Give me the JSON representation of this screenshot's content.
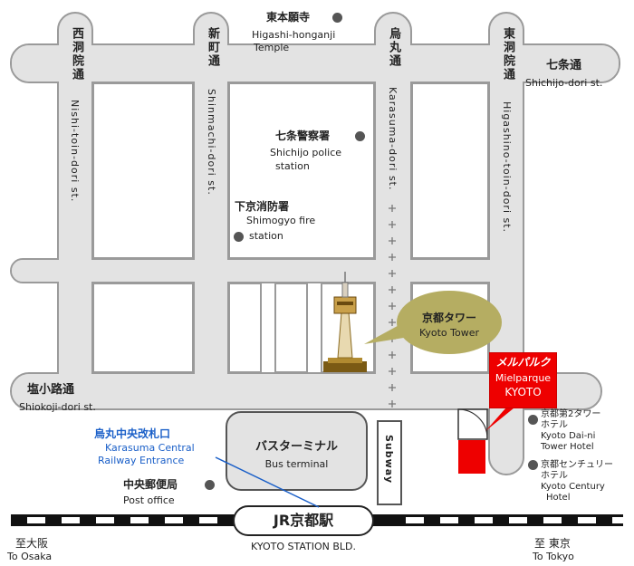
{
  "streets": {
    "nishi_toin": {
      "jp": "西洞院通",
      "en": "Nishi-toin-dori st."
    },
    "shinmachi": {
      "jp": "新町通",
      "en": "Shinmachi-dori st."
    },
    "karasuma": {
      "jp": "烏丸通",
      "en": "Karasuma-dori st."
    },
    "higashi_toin": {
      "jp": "東洞院通",
      "en": "Higashino-toin-dori st."
    },
    "shichijo": {
      "jp": "七条通",
      "en": "Shichijo-dori st."
    },
    "shiokoji": {
      "jp": "塩小路通",
      "en": "Shiokoji-dori st."
    }
  },
  "landmarks": {
    "higashi_honganji": {
      "jp": "東本願寺",
      "en1": "Higashi-honganji",
      "en2": "Temple"
    },
    "police": {
      "jp": "七条警察署",
      "en1": "Shichijo police",
      "en2": "station"
    },
    "fire": {
      "jp": "下京消防署",
      "en1": "Shimogyo fire",
      "en2": "station"
    },
    "kyoto_tower": {
      "jp": "京都タワー",
      "en": "Kyoto Tower"
    },
    "hotel_dai_ni": {
      "jp1": "京都第2タワー",
      "jp2": "ホテル",
      "en1": "Kyoto Dai-ni",
      "en2": "Tower Hotel"
    },
    "hotel_century": {
      "jp1": "京都センチュリー",
      "jp2": "ホテル",
      "en1": "Kyoto Century",
      "en2": "Hotel"
    },
    "post_office": {
      "jp": "中央郵便局",
      "en": "Post office"
    },
    "bus_terminal": {
      "jp": "バスターミナル",
      "en": "Bus terminal"
    },
    "karasuma_entrance": {
      "jp": "烏丸中央改札口",
      "en1": "Karasuma Central",
      "en2": "Railway Entrance"
    },
    "subway": "Subway",
    "mielparque": {
      "logo": "メルパルク",
      "line1": "Mielparque",
      "line2": "KYOTO"
    }
  },
  "station": {
    "jp": "JR京都駅",
    "building": "KYOTO STATION BLD."
  },
  "directions": {
    "osaka": {
      "jp": "至大阪",
      "en": "To Osaka"
    },
    "tokyo": {
      "jp": "至 東京",
      "en": "To Tokyo"
    }
  },
  "colors": {
    "road_fill": "#e3e3e3",
    "road_stroke": "#9a9a9a",
    "block_fill": "#ffffff",
    "callout_fill": "#b5ad62",
    "mielparque_red": "#ee0000",
    "entrance_blue": "#1a5fc8",
    "landmark_dot": "#555555"
  }
}
